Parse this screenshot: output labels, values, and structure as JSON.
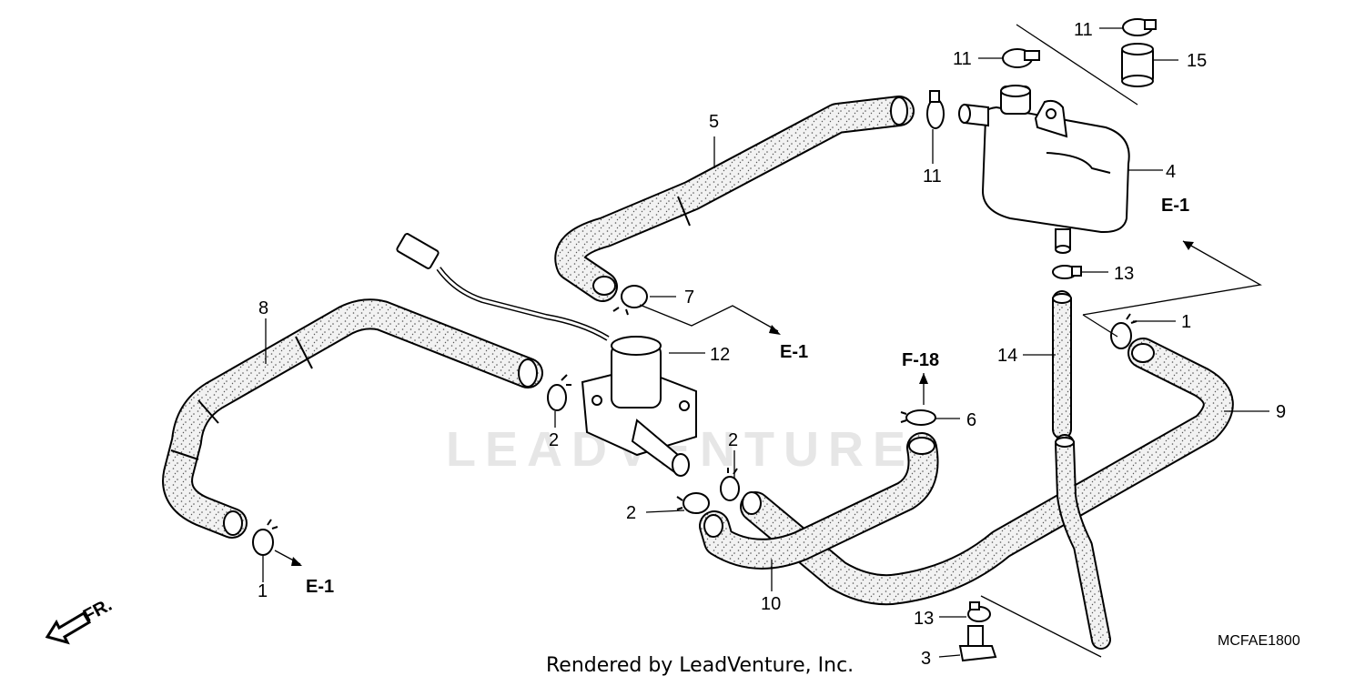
{
  "diagram": {
    "watermark": "LEADVENTURE",
    "credit": "Rendered by LeadVenture, Inc.",
    "diagram_code": "MCFAE1800",
    "direction_label": "FR.",
    "callouts": {
      "c1a": "1",
      "c1b": "1",
      "c2a": "2",
      "c2b": "2",
      "c2c": "2",
      "c3": "3",
      "c4": "4",
      "c5": "5",
      "c6": "6",
      "c7": "7",
      "c8": "8",
      "c9": "9",
      "c10": "10",
      "c11a": "11",
      "c11b": "11",
      "c11c": "11",
      "c12": "12",
      "c13a": "13",
      "c13b": "13",
      "c14": "14",
      "c15": "15"
    },
    "refs": {
      "e1_left": "E-1",
      "e1_center": "E-1",
      "e1_right": "E-1",
      "f18": "F-18"
    },
    "hose_fill": "#c9c9c9",
    "hose_speckle": "#6b6b6b"
  }
}
